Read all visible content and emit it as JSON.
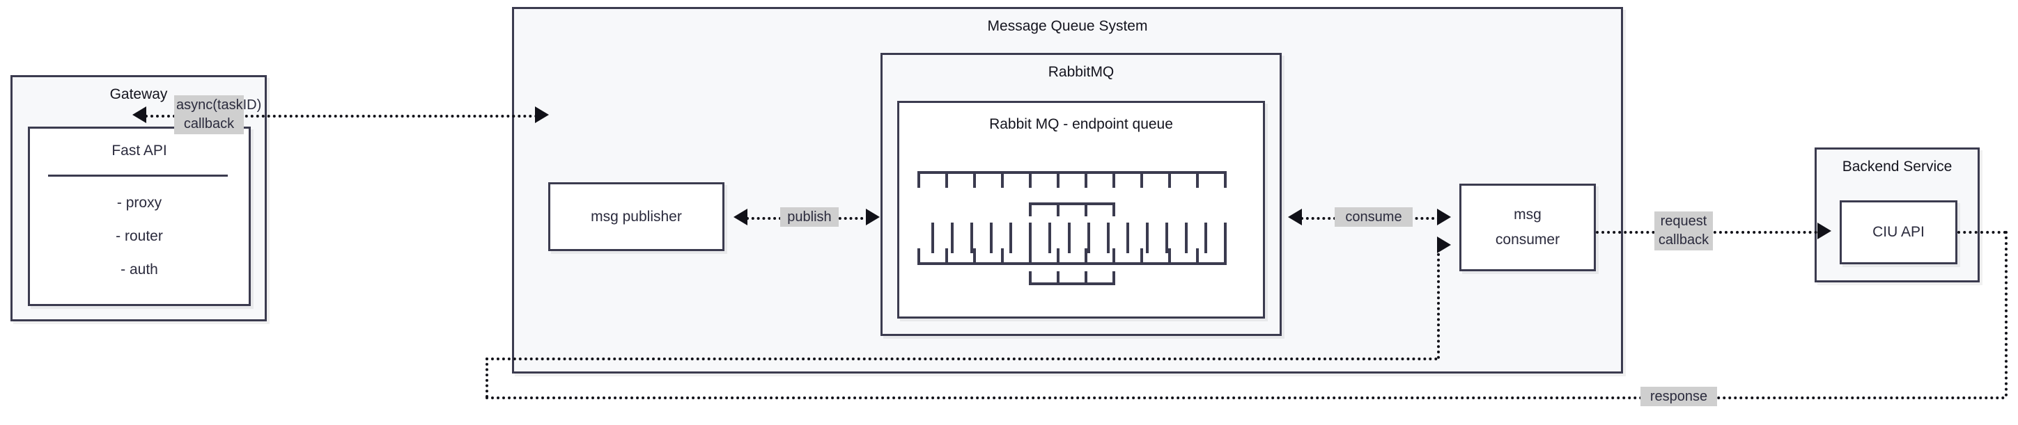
{
  "gateway": {
    "title": "Gateway",
    "fastapi": {
      "title": "Fast API",
      "items": [
        "- proxy",
        "- router",
        "- auth"
      ]
    }
  },
  "mq_system": {
    "title": "Message Queue System",
    "rabbitmq": {
      "title": "RabbitMQ",
      "queue": {
        "title": "Rabbit MQ - endpoint queue"
      }
    },
    "publisher": {
      "label": "msg publisher"
    },
    "consumer": {
      "label_line1": "msg",
      "label_line2": "consumer"
    }
  },
  "backend": {
    "title": "Backend Service",
    "api": {
      "label": "CIU API"
    }
  },
  "edges": {
    "async_callback_line1": "async(taskID)",
    "async_callback_line2": "callback",
    "publish": "publish",
    "consume": "consume",
    "request_line1": "request",
    "request_line2": "callback",
    "response": "response"
  },
  "colors": {
    "stroke": "#3b3b4f",
    "container_fill": "#f7f8fa",
    "plain_fill": "#ffffff",
    "label_fill": "#cfcfcf",
    "connector": "#111118"
  }
}
